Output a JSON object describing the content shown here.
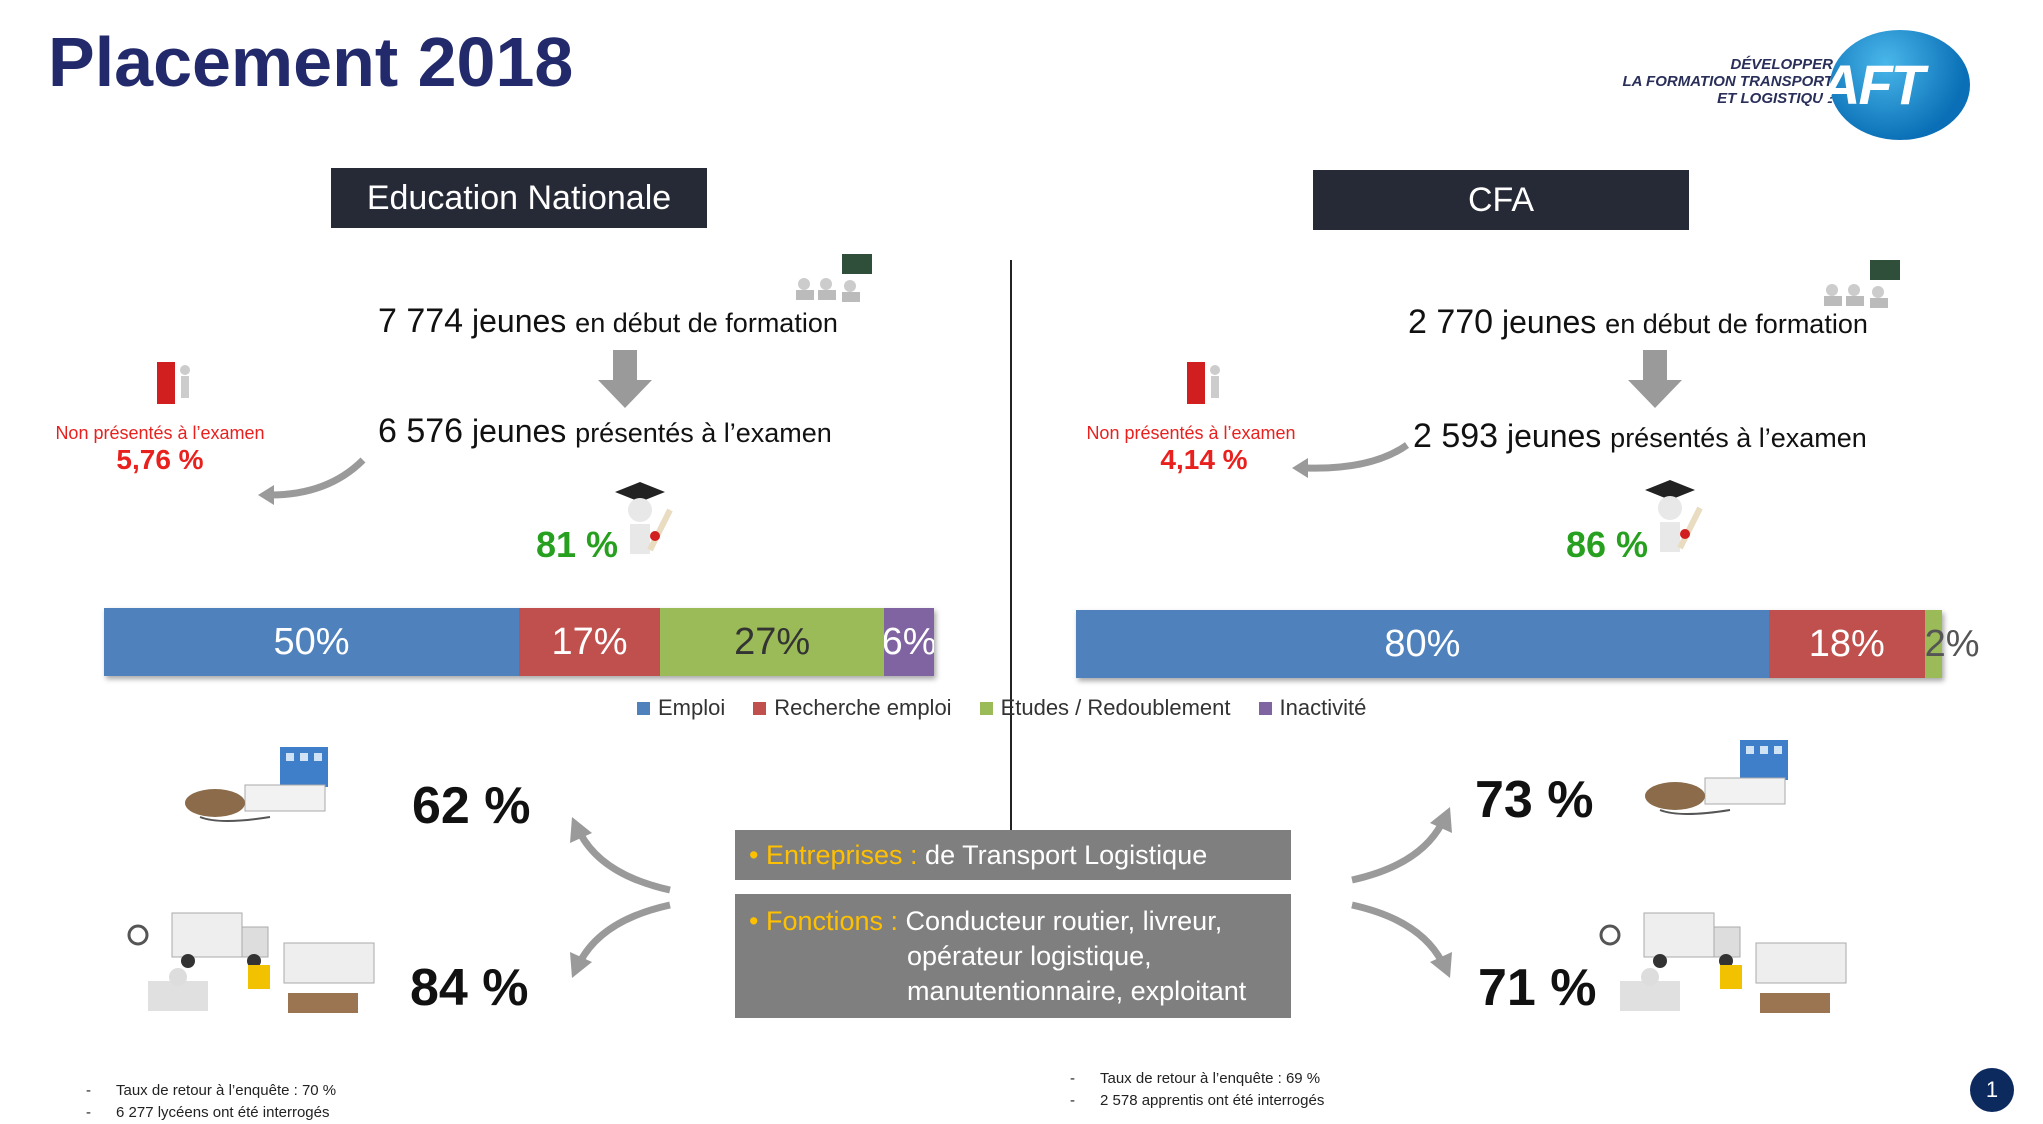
{
  "title": "Placement 2018",
  "logo": {
    "line1": "DÉVELOPPER",
    "line2": "LA FORMATION TRANSPORT",
    "line3": "ET LOGISTIQUE",
    "brand": "AFT"
  },
  "left": {
    "label": "Education Nationale",
    "start_num": "7 774",
    "start_word": "jeunes",
    "start_rest": "en début de formation",
    "exam_num": "6 576",
    "exam_word": "jeunes",
    "exam_rest": "présentés à l’examen",
    "absent_label": "Non présentés à l’examen",
    "absent_pct": "5,76 %",
    "success_pct": "81 %",
    "emploi_pct": "62 %",
    "fonction_pct": "84 %",
    "footnote1": "Taux de retour à l’enquête : 70 %",
    "footnote2": "6 277 lycéens ont été interrogés"
  },
  "right": {
    "label": "CFA",
    "start_num": "2 770",
    "start_word": "jeunes",
    "start_rest": "en début de formation",
    "exam_num": "2 593",
    "exam_word": "jeunes",
    "exam_rest": "présentés à l’examen",
    "absent_label": "Non présentés à l’examen",
    "absent_pct": "4,14 %",
    "success_pct": "86 %",
    "emploi_pct": "73 %",
    "fonction_pct": "71 %",
    "footnote1": "Taux de retour à l’enquête : 69 %",
    "footnote2": "2 578 apprentis ont été interrogés"
  },
  "center": {
    "box1_key": "Entreprises :",
    "box1_val": "de Transport Logistique",
    "box2_key": "Fonctions :",
    "box2_line1": "Conducteur routier, livreur,",
    "box2_line2": "opérateur logistique,",
    "box2_line3": "manutentionnaire, exploitant"
  },
  "legend": [
    "Emploi",
    "Recherche emploi",
    "Etudes / Redoublement",
    "Inactivité"
  ],
  "colors": {
    "emploi": "#4f81bd",
    "recherche": "#c0504d",
    "etudes": "#9bbb59",
    "inactivite": "#8064a2",
    "title": "#232a6b",
    "red": "#e8211f",
    "green": "#27a01f",
    "orange": "#ffc000"
  },
  "page_number": "1",
  "chart_data": [
    {
      "type": "bar",
      "orientation": "horizontal-stacked-100",
      "categories": [
        "Emploi",
        "Recherche emploi",
        "Etudes / Redoublement",
        "Inactivité"
      ],
      "values": [
        50,
        17,
        27,
        6
      ],
      "labels": [
        "50%",
        "17%",
        "27%",
        "6%"
      ]
    },
    {
      "type": "bar",
      "orientation": "horizontal-stacked-100",
      "categories": [
        "Emploi",
        "Recherche emploi",
        "Etudes / Redoublement",
        "Inactivité"
      ],
      "values": [
        80,
        18,
        2,
        0
      ],
      "labels": [
        "80%",
        "18%",
        "2%",
        ""
      ]
    }
  ]
}
